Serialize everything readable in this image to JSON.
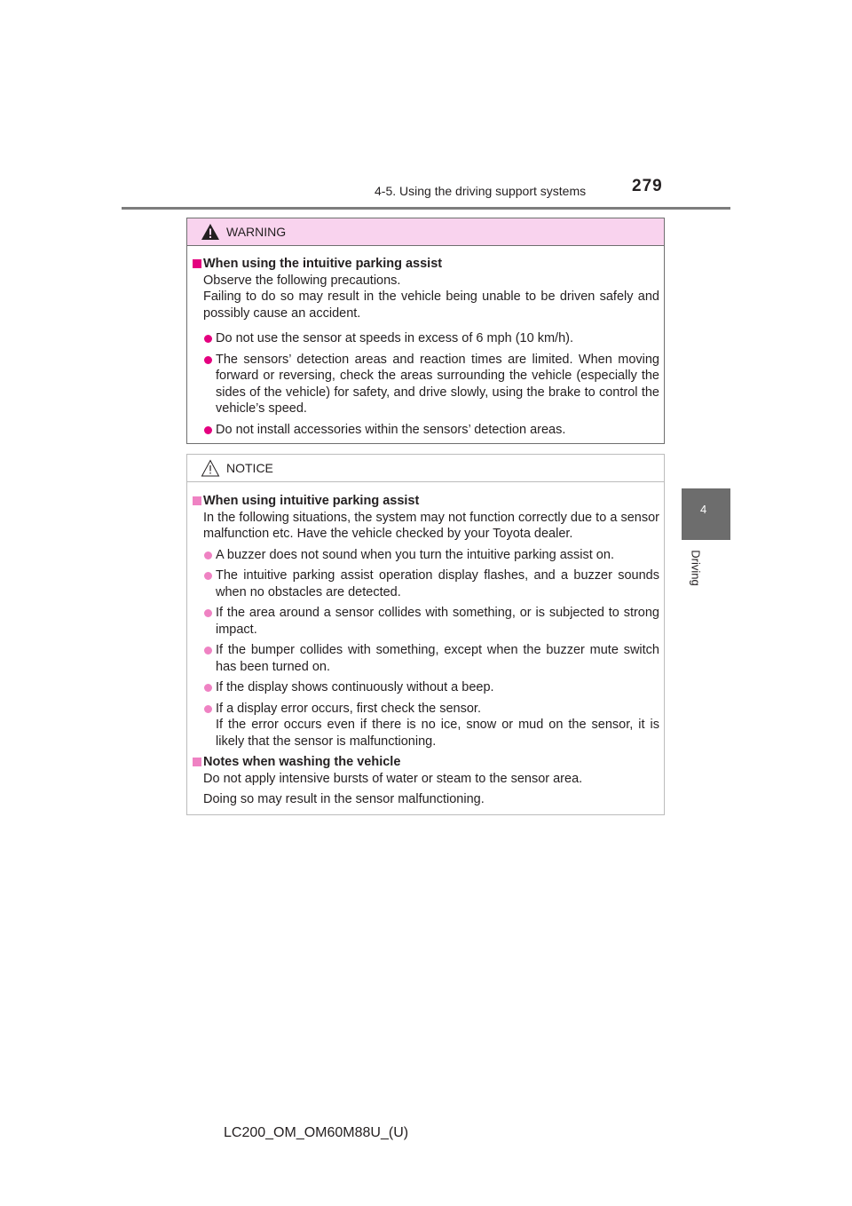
{
  "header": {
    "section": "4-5. Using the driving support systems",
    "page_number": "279"
  },
  "side_tab": {
    "chapter_number": "4",
    "chapter_label": "Driving"
  },
  "warning": {
    "title": "WARNING",
    "heading": "When using the intuitive parking assist",
    "intro_1": "Observe the following precautions.",
    "intro_2": "Failing to do so may result in the vehicle being unable to be driven safely and possibly cause an accident.",
    "bullets": [
      "Do not use the sensor at speeds in excess of 6 mph (10 km/h).",
      "The sensors’ detection areas and reaction times are limited. When moving forward or reversing, check the areas surrounding the vehicle (especially the sides of the vehicle) for safety, and drive slowly, using the brake to control the vehicle’s speed.",
      "Do not install accessories within the sensors’ detection areas."
    ]
  },
  "notice": {
    "title": "NOTICE",
    "section1": {
      "heading": "When using intuitive parking assist",
      "intro": "In the following situations, the system may not function correctly due to a sensor malfunction etc. Have the vehicle checked by your Toyota dealer.",
      "bullets": [
        "A buzzer does not sound when you turn the intuitive parking assist on.",
        "The intuitive parking assist operation display flashes, and a buzzer sounds when no obstacles are detected.",
        "If the area around a sensor collides with something, or is subjected to strong impact.",
        "If the bumper collides with something, except when the buzzer mute switch has been turned on.",
        "If the display shows continuously without a beep.",
        "If a display error occurs, first check the sensor."
      ],
      "bullet6_cont": "If the error occurs even if there is no ice, snow or mud on the sensor, it is likely that the sensor is malfunctioning."
    },
    "section2": {
      "heading": "Notes when washing the vehicle",
      "line1": "Do not apply intensive bursts of water or steam to the sensor area.",
      "line2": "Doing so may result in the sensor malfunctioning."
    }
  },
  "footer": {
    "doc_code": "LC200_OM_OM60M88U_(U)"
  },
  "colors": {
    "warning_header_bg": "#f9d3ee",
    "warning_accent": "#e4007f",
    "notice_accent": "#ef82c3",
    "side_tab": "#6d6d6d"
  }
}
